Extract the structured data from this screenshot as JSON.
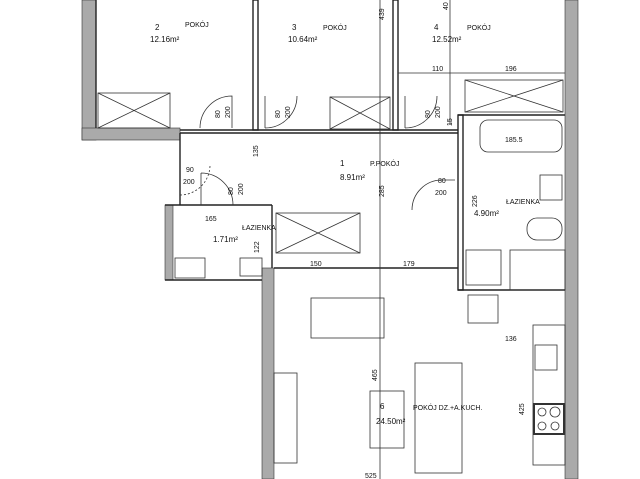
{
  "rooms": {
    "r2": {
      "number": "2",
      "name": "POKÓJ",
      "area": "12.16m²"
    },
    "r3": {
      "number": "3",
      "name": "POKÓJ",
      "area": "10.64m²"
    },
    "r4": {
      "number": "4",
      "name": "POKÓJ",
      "area": "12.52m²"
    },
    "r1": {
      "number": "1",
      "name": "P.POKÓJ",
      "area": "8.91m²"
    },
    "r5": {
      "name": "ŁAZIENKA",
      "area": "4.90m²"
    },
    "r7": {
      "name": "ŁAZIENKA",
      "area": "1.71m²"
    },
    "r6": {
      "number": "6",
      "name": "POKÓJ DZ.+A.KUCH.",
      "area": "24.50m²"
    }
  },
  "doors": {
    "d2": {
      "w": "80",
      "h": "200"
    },
    "d3": {
      "w": "80",
      "h": "200"
    },
    "d4": {
      "w": "80",
      "h": "200"
    },
    "dEntry": {
      "w": "90",
      "h": "200"
    },
    "dWc": {
      "w": "80",
      "h": "200"
    },
    "dBath": {
      "w": "80",
      "h": "200"
    }
  },
  "dimensions": {
    "d439": "439",
    "d40": "40",
    "d110": "110",
    "d196": "196",
    "d15": "15",
    "d135": "135",
    "d285": "285",
    "d1855": "185.5",
    "d165": "165",
    "d122": "122",
    "d150": "150",
    "d179": "179",
    "d136": "136",
    "d465": "465",
    "d425": "425",
    "d525": "525",
    "d226": "226"
  }
}
